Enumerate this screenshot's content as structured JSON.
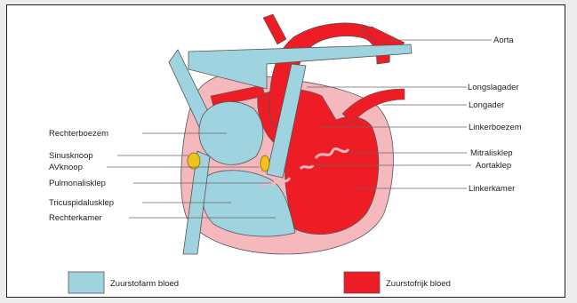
{
  "labels": {
    "aorta": "Aorta",
    "longslagader": "Longslagader",
    "longader": "Longader",
    "linkerboezem": "Linkerboezem",
    "mitralisklep": "Mitralisklep",
    "aortaklep": "Aortaklep",
    "linkerkamer": "Linkerkamer",
    "rechterboezem": "Rechterboezem",
    "sinusknoop": "Sinusknoop",
    "avknoop": "AVknoop",
    "pulmonalisklep": "Pulmonalisklep",
    "tricuspidalusklep": "Tricuspidalusklep",
    "rechterkamer": "Rechterkamer"
  },
  "legend": {
    "deoxygenated": "Zuurstofarm bloed",
    "oxygenated": "Zuurstofrijk bloed"
  },
  "colors": {
    "deoxygenated": "#9fd3df",
    "oxygenated": "#ee1c25",
    "muscle": "#f5b8bd",
    "node": "#f1c21b",
    "outline": "#555555"
  }
}
